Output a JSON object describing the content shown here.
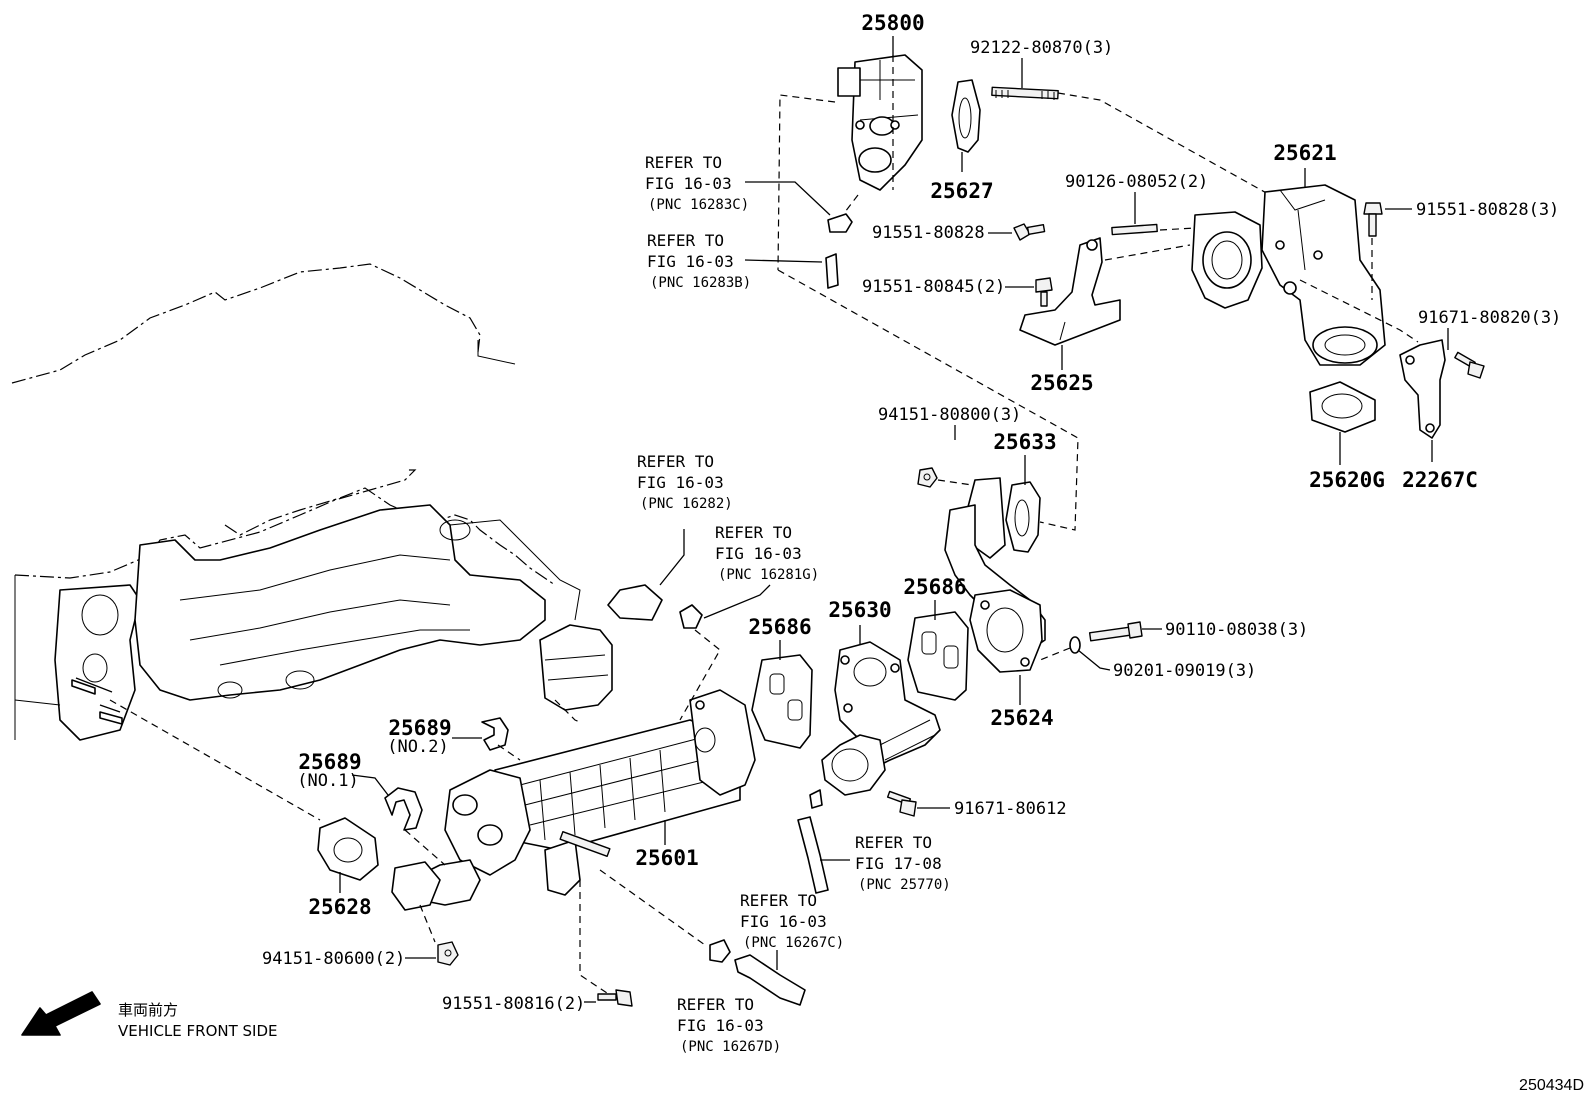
{
  "parts": {
    "p25800": "25800",
    "p92122": "92122-80870(3)",
    "p25627": "25627",
    "p25621": "25621",
    "p90126": "90126-08052(2)",
    "p91551_80828_3": "91551-80828(3)",
    "p91551_80828": "91551-80828",
    "p91551_80845": "91551-80845(2)",
    "p25625": "25625",
    "p91671_80820": "91671-80820(3)",
    "p25620G": "25620G",
    "p22267C": "22267C",
    "p94151_80800": "94151-80800(3)",
    "p25633": "25633",
    "p25686a": "25686",
    "p25686b": "25686",
    "p25630": "25630",
    "p90110": "90110-08038(3)",
    "p90201": "90201-09019(3)",
    "p25624": "25624",
    "p25689_2": "25689",
    "p25689_2sub": "(NO.2)",
    "p25689_1": "25689",
    "p25689_1sub": "(NO.1)",
    "p91671_80612": "91671-80612",
    "p25601": "25601",
    "p25628": "25628",
    "p94151_80600": "94151-80600(2)",
    "p91551_80816": "91551-80816(2)"
  },
  "refs": {
    "r1": {
      "line1": "REFER TO",
      "line2": "FIG 16-03",
      "pnc": "(PNC 16283C)"
    },
    "r2": {
      "line1": "REFER TO",
      "line2": "FIG 16-03",
      "pnc": "(PNC 16283B)"
    },
    "r3": {
      "line1": "REFER TO",
      "line2": "FIG 16-03",
      "pnc": "(PNC 16282)"
    },
    "r4": {
      "line1": "REFER TO",
      "line2": "FIG 16-03",
      "pnc": "(PNC 16281G)"
    },
    "r5": {
      "line1": "REFER TO",
      "line2": "FIG 17-08",
      "pnc": "(PNC 25770)"
    },
    "r6": {
      "line1": "REFER TO",
      "line2": "FIG 16-03",
      "pnc": "(PNC 16267C)"
    },
    "r7": {
      "line1": "REFER TO",
      "line2": "FIG 16-03",
      "pnc": "(PNC 16267D)"
    }
  },
  "front": {
    "jp": "車両前方",
    "en": "VEHICLE FRONT SIDE"
  },
  "diagram_code": "250434D"
}
